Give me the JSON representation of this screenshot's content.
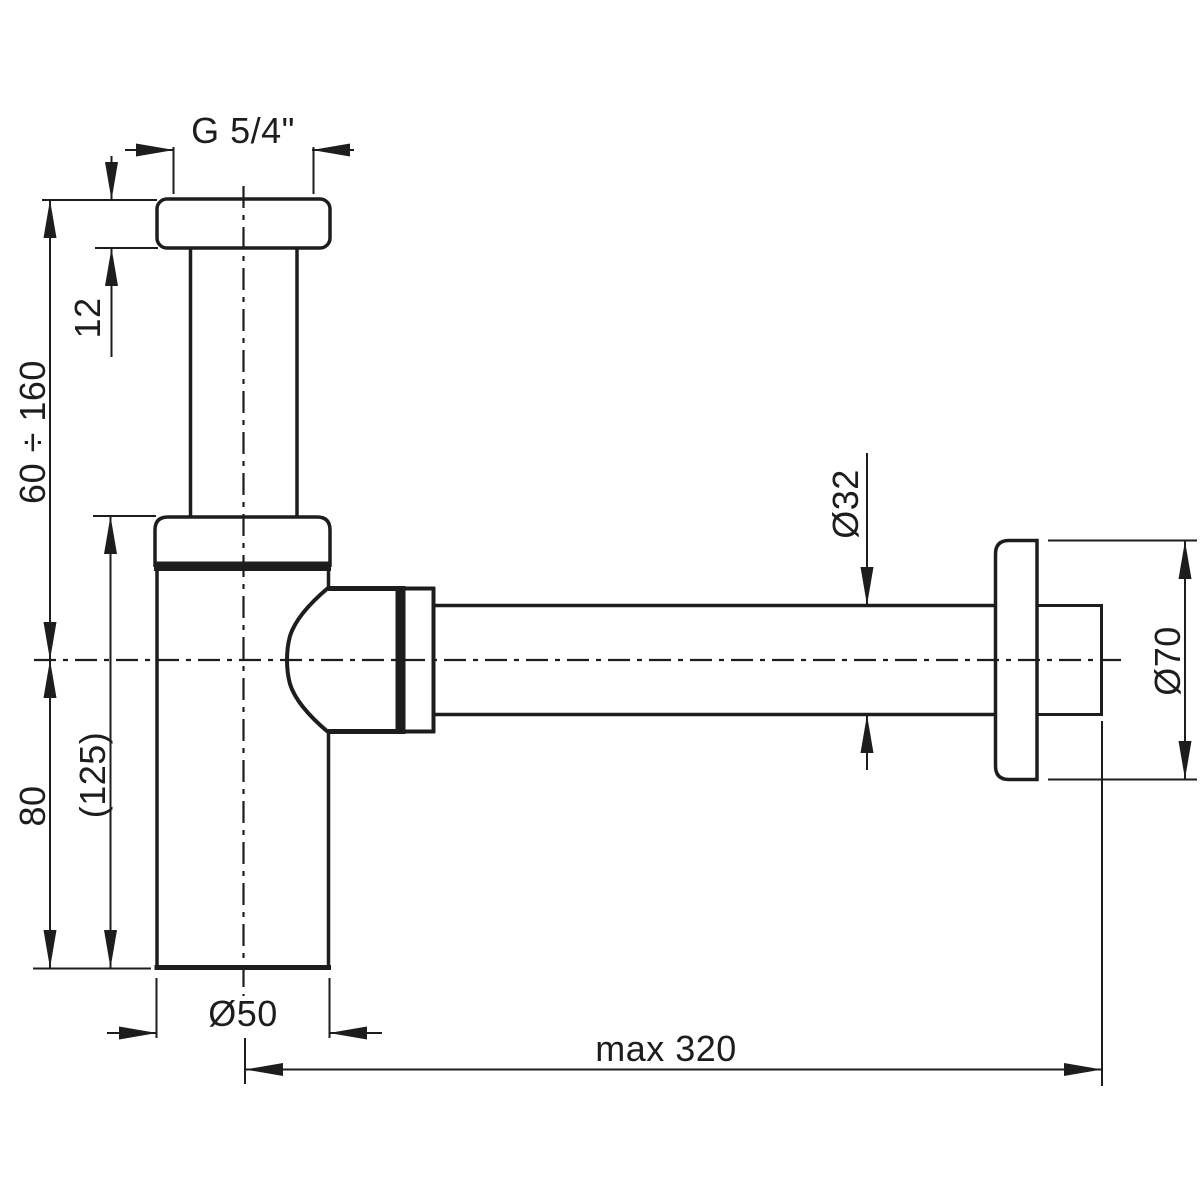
{
  "drawing": {
    "type": "technical-dimension-drawing",
    "subject": "bottle-trap-siphon-side-view",
    "colors": {
      "line": "#1d1d1b",
      "background": "#ffffff"
    },
    "labels": {
      "thread_size": "G 5/4\"",
      "flange_thickness": "12",
      "adjustable_height": "60 ÷ 160",
      "body_height": "80",
      "overall_height": "(125)",
      "cup_diameter": "Ø50",
      "pipe_diameter": "Ø32",
      "rosette_diameter": "Ø70",
      "max_length": "max 320"
    }
  }
}
